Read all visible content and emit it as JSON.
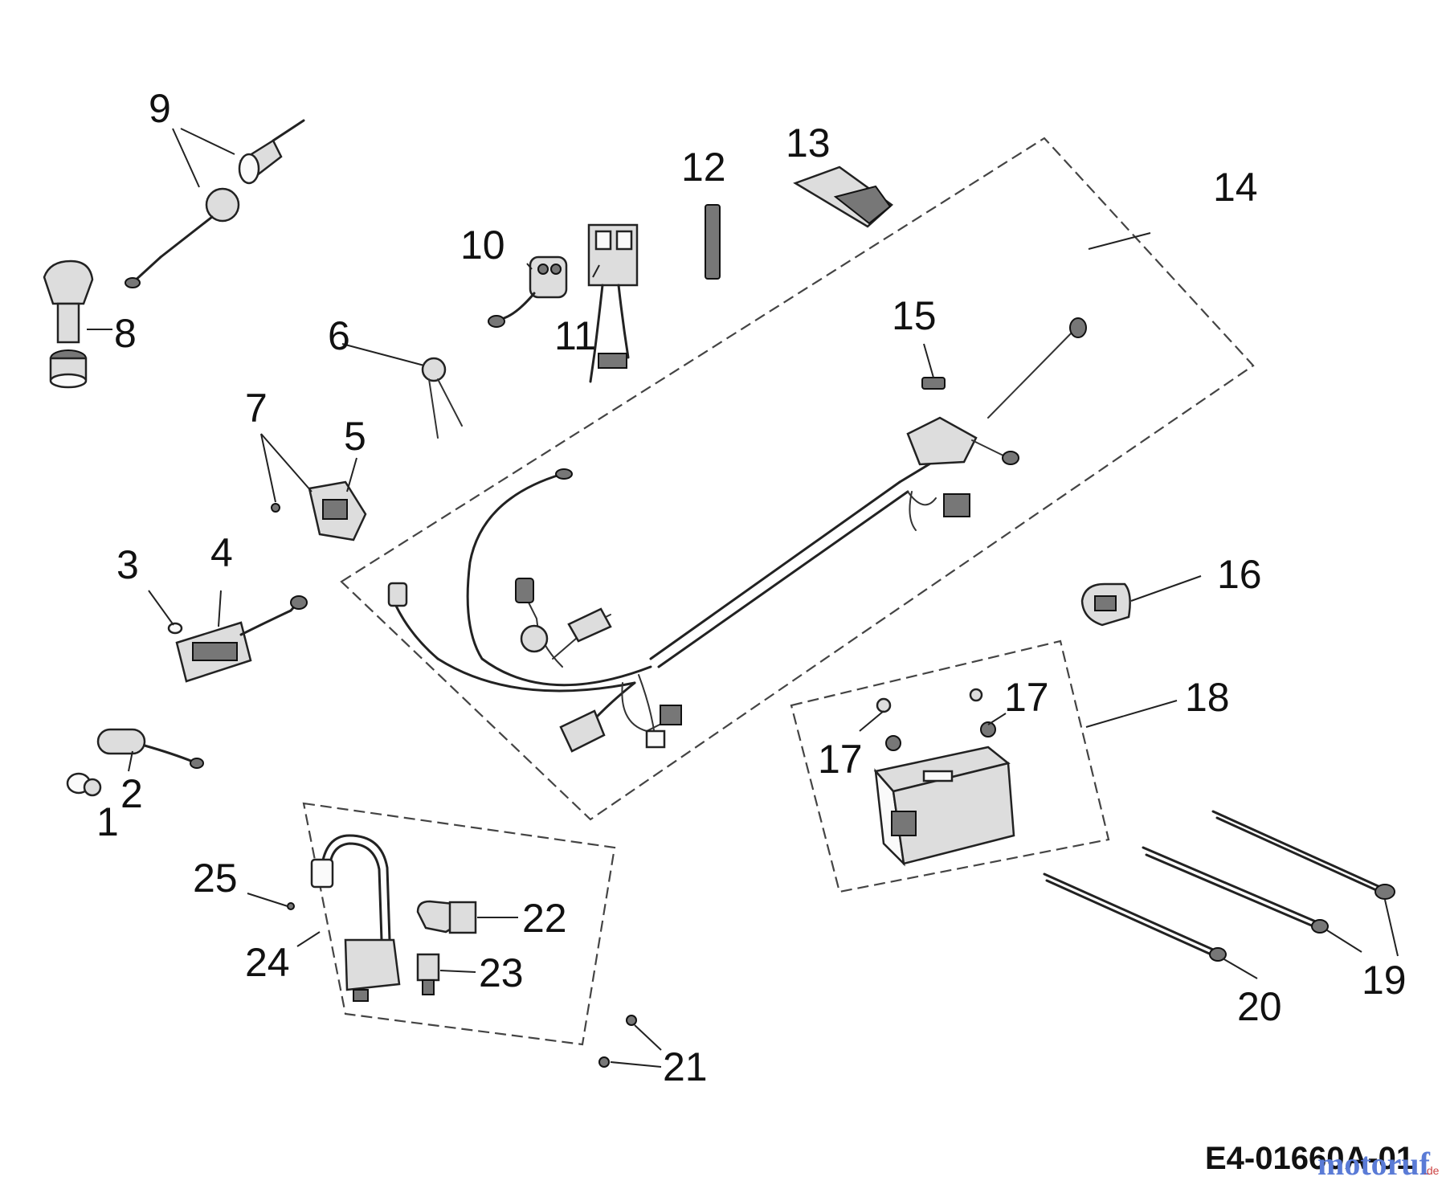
{
  "drawing_code": "E4-01660A-01",
  "watermark": {
    "text": "motoruf",
    "tld": ".de"
  },
  "callouts": {
    "p1": "1",
    "p2": "2",
    "p3": "3",
    "p4": "4",
    "p5": "5",
    "p6": "6",
    "p7": "7",
    "p8": "8",
    "p9": "9",
    "p10": "10",
    "p11": "11",
    "p12": "12",
    "p13": "13",
    "p14": "14",
    "p15": "15",
    "p16": "16",
    "p17a": "17",
    "p17b": "17",
    "p18": "18",
    "p19": "19",
    "p20": "20",
    "p21": "21",
    "p22": "22",
    "p23": "23",
    "p24": "24",
    "p25": "25"
  }
}
